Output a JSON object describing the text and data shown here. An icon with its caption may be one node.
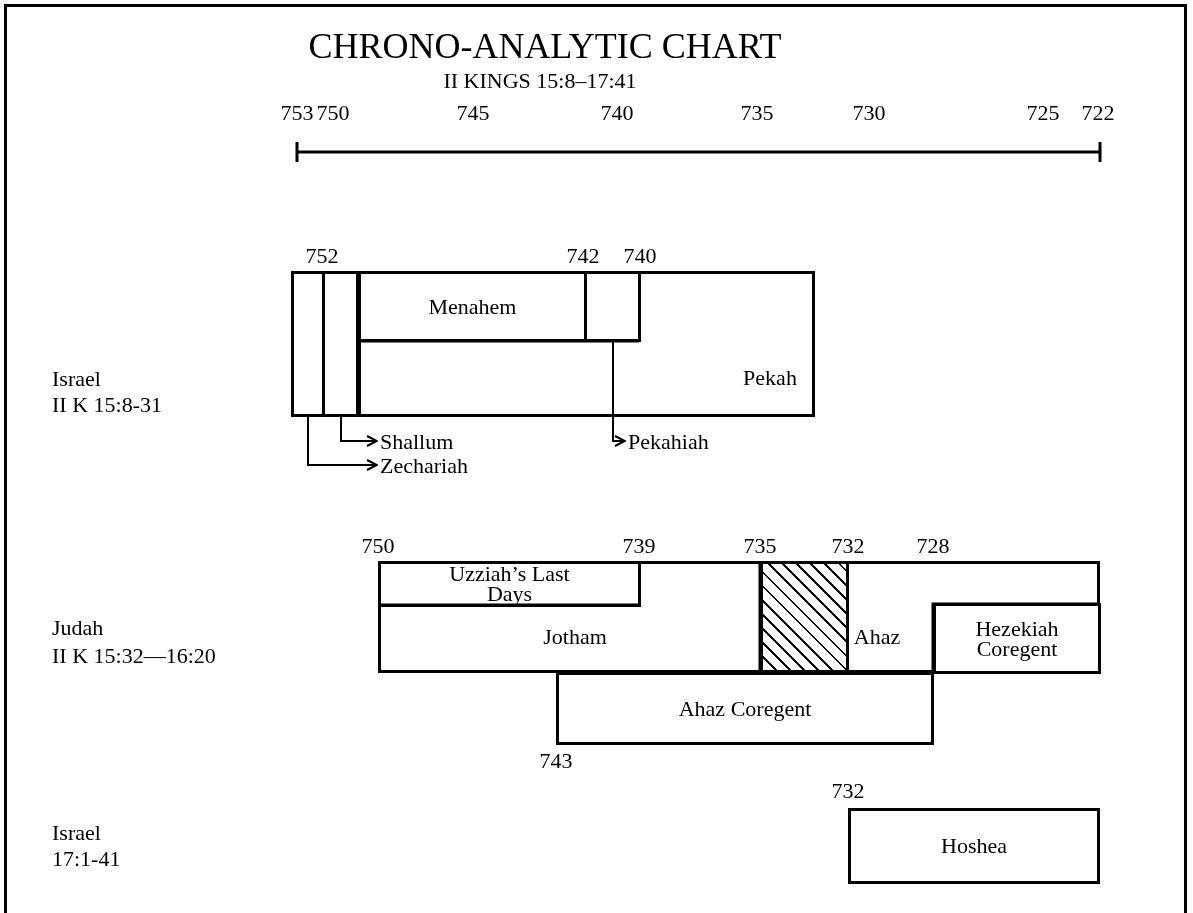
{
  "diagram": {
    "title": "CHRONO-ANALYTIC CHART",
    "nodes": [
      {
        "text": [],
        "shape": "box"
      },
      {
        "text": [],
        "shape": "box"
      },
      {
        "text": [
          "Menahem"
        ],
        "in": 4
      },
      {
        "text": [],
        "shape": "box",
        "in": 4
      },
      {
        "text": [
          "Pekah"
        ]
      },
      {
        "text": [
          "Shallum"
        ]
      },
      {
        "text": [
          "Zechariah"
        ]
      },
      {
        "text": [
          "Pekahiah"
        ]
      },
      {
        "text": [
          "Uzziah’s Last Days"
        ],
        "in": 9
      },
      {
        "text": [
          "Jotham"
        ]
      },
      {
        "text": [],
        "shape": "box"
      },
      {
        "text": [
          "Ahaz"
        ]
      },
      {
        "text": [
          "Hezekiah Coregent"
        ],
        "in": 11
      },
      {
        "text": [
          "Ahaz Coregent"
        ]
      },
      {
        "text": [
          "Hoshea"
        ]
      }
    ],
    "edges": [
      {
        "from": 1,
        "to": 5,
        "arrow": "to"
      },
      {
        "from": 0,
        "to": 6,
        "arrow": "to"
      },
      {
        "from": 3,
        "to": 7,
        "arrow": "to"
      }
    ],
    "labels": [
      "II KINGS 15:8–17:41",
      "753",
      "750",
      "745",
      "740",
      "735",
      "730",
      "725",
      "722",
      "752",
      "742",
      "740",
      "Israel",
      "II K 15:8-31",
      "750",
      "739",
      "735",
      "732",
      "728",
      "Judah",
      "II K 15:32—16:20",
      "743",
      "732",
      "Israel",
      "17:1-41"
    ]
  }
}
